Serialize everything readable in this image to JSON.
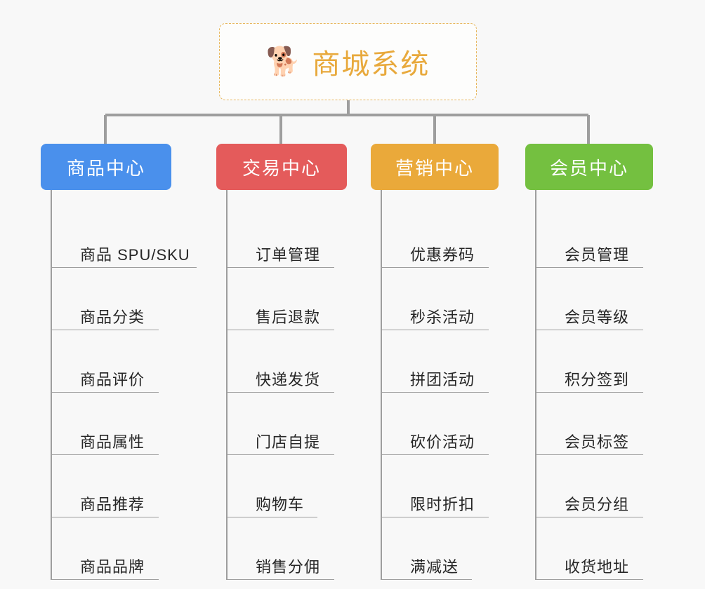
{
  "root": {
    "icon": "shiba-dog-emoji",
    "emoji": "🐕",
    "title": "商城系统",
    "title_color": "#e8a93c",
    "border_color": "#e7b75e"
  },
  "canvas": {
    "background": "#f8f8f8",
    "connector_color": "#9e9e9e"
  },
  "columns": [
    {
      "header": "商品中心",
      "color": "#4a90ec",
      "items": [
        "商品 SPU/SKU",
        "商品分类",
        "商品评价",
        "商品属性",
        "商品推荐",
        "商品品牌"
      ]
    },
    {
      "header": "交易中心",
      "color": "#e45b5b",
      "items": [
        "订单管理",
        "售后退款",
        "快递发货",
        "门店自提",
        "购物车",
        "销售分佣"
      ]
    },
    {
      "header": "营销中心",
      "color": "#eaa93a",
      "items": [
        "优惠券码",
        "秒杀活动",
        "拼团活动",
        "砍价活动",
        "限时折扣",
        "满减送"
      ]
    },
    {
      "header": "会员中心",
      "color": "#74c040",
      "items": [
        "会员管理",
        "会员等级",
        "积分签到",
        "会员标签",
        "会员分组",
        "收货地址"
      ]
    }
  ]
}
